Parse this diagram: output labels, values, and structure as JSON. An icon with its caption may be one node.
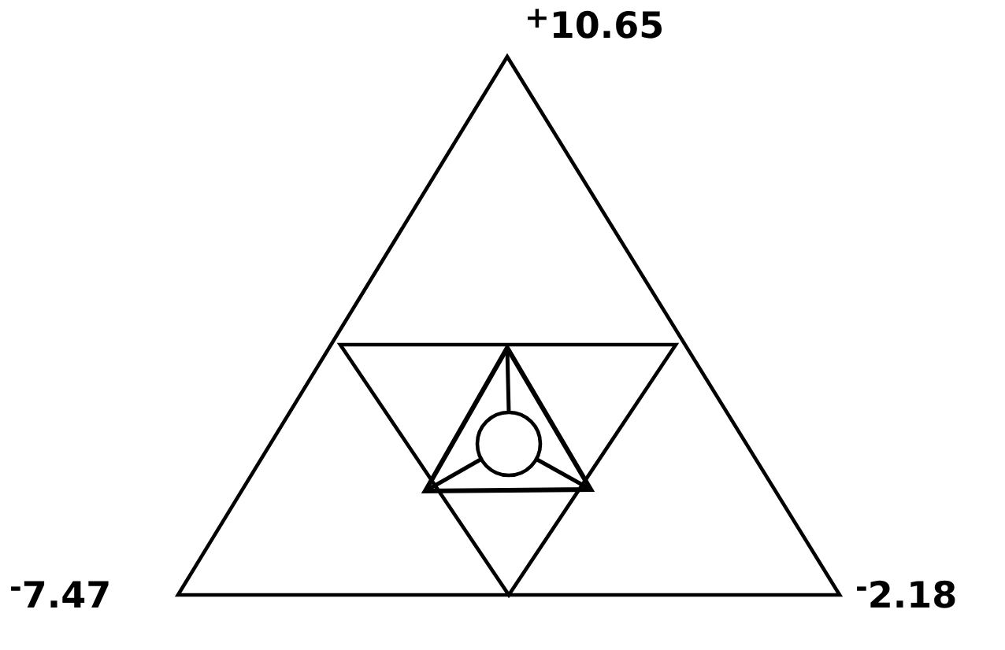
{
  "diagram": {
    "labels": [
      "$^{+}$10.65",
      "$^{-}$7.47",
      "$^{-}$2.18"
    ]
  }
}
